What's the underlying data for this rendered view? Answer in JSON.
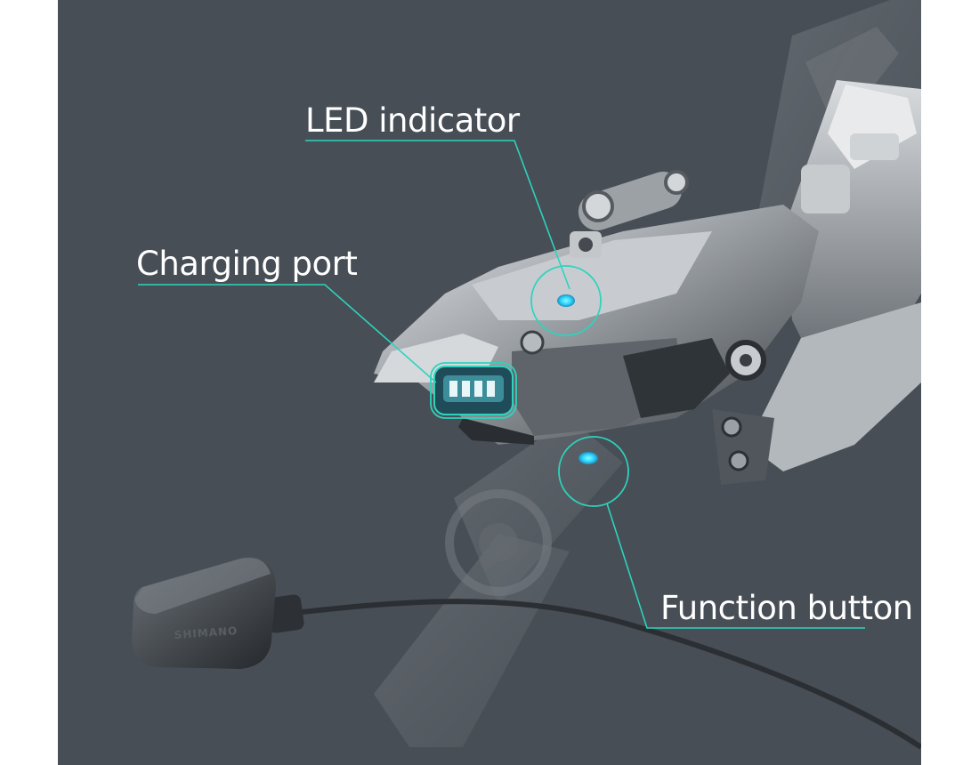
{
  "colors": {
    "background": "#474e55",
    "accent": "#2ed3bd",
    "highlight": "#2fd0ff",
    "label": "#ffffff"
  },
  "labels": {
    "led_indicator": "LED indicator",
    "charging_port": "Charging port",
    "function_button": "Function button"
  },
  "charger": {
    "brand_text": "SHIMANO"
  }
}
